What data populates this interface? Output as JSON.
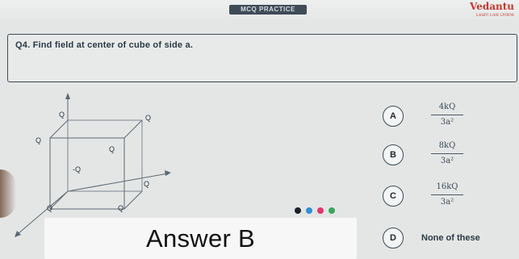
{
  "header": {
    "pill_text": "MCQ PRACTICE",
    "brand_name": "Vedantu",
    "brand_tagline": "Learn Live Online"
  },
  "question": {
    "text": "Q4. Find field at center of cube of side a."
  },
  "diagram": {
    "labels": {
      "top_back_left": "Q",
      "top_back_right": "Q",
      "top_front_left": "Q",
      "top_front_right": "Q",
      "bottom_back_left": "-Q",
      "bottom_back_right": "Q",
      "bottom_front_left": "Q",
      "bottom_front_right": "Q"
    }
  },
  "options": [
    {
      "letter": "A",
      "numerator": "4kQ",
      "denominator": "3a²"
    },
    {
      "letter": "B",
      "numerator": "8kQ",
      "denominator": "3a²"
    },
    {
      "letter": "C",
      "numerator": "16kQ",
      "denominator": "3a²"
    },
    {
      "letter": "D",
      "text": "None of these"
    }
  ],
  "progress_dots": {
    "colors": [
      "#1c2328",
      "#2f8fd8",
      "#e0386c",
      "#3aa65a"
    ]
  },
  "answer": {
    "text": "Answer B"
  }
}
